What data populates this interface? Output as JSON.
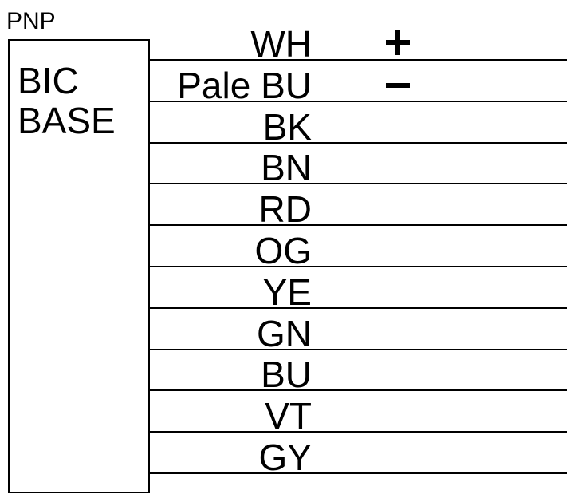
{
  "device": {
    "type_label": "PNP",
    "box_line1": "BIC",
    "box_line2": "BASE"
  },
  "wires": [
    {
      "label": "WH",
      "polarity": "+"
    },
    {
      "label": "Pale BU",
      "polarity": "-"
    },
    {
      "label": "BK"
    },
    {
      "label": "BN"
    },
    {
      "label": "RD"
    },
    {
      "label": "OG"
    },
    {
      "label": "YE"
    },
    {
      "label": "GN"
    },
    {
      "label": "BU"
    },
    {
      "label": "VT"
    },
    {
      "label": "GY"
    }
  ],
  "colors": {
    "stroke": "#000000",
    "background": "#ffffff"
  }
}
